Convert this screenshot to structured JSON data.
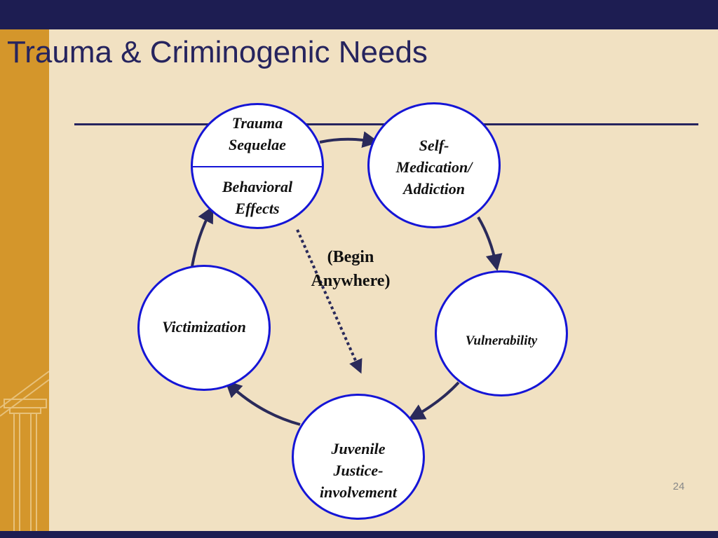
{
  "slide": {
    "title": "Trauma & Criminogenic Needs",
    "page_number": "24"
  },
  "diagram": {
    "nodes": {
      "trauma_top": "Trauma\nSequelae",
      "trauma_bottom": "Behavioral\nEffects",
      "self_medication": "Self-\nMedication/\nAddiction",
      "vulnerability": "Vulnerability",
      "juvenile_justice": "Juvenile\nJustice-\ninvolvement",
      "victimization": "Victimization"
    },
    "center_label": "(Begin\nAnywhere)"
  },
  "colors": {
    "header_bar": "#1d1d52",
    "background": "#f1e1c2",
    "left_stripe": "#d4962b",
    "title_text": "#26245e",
    "circle_border": "#1515d6",
    "arrow": "#2a2a5a"
  }
}
